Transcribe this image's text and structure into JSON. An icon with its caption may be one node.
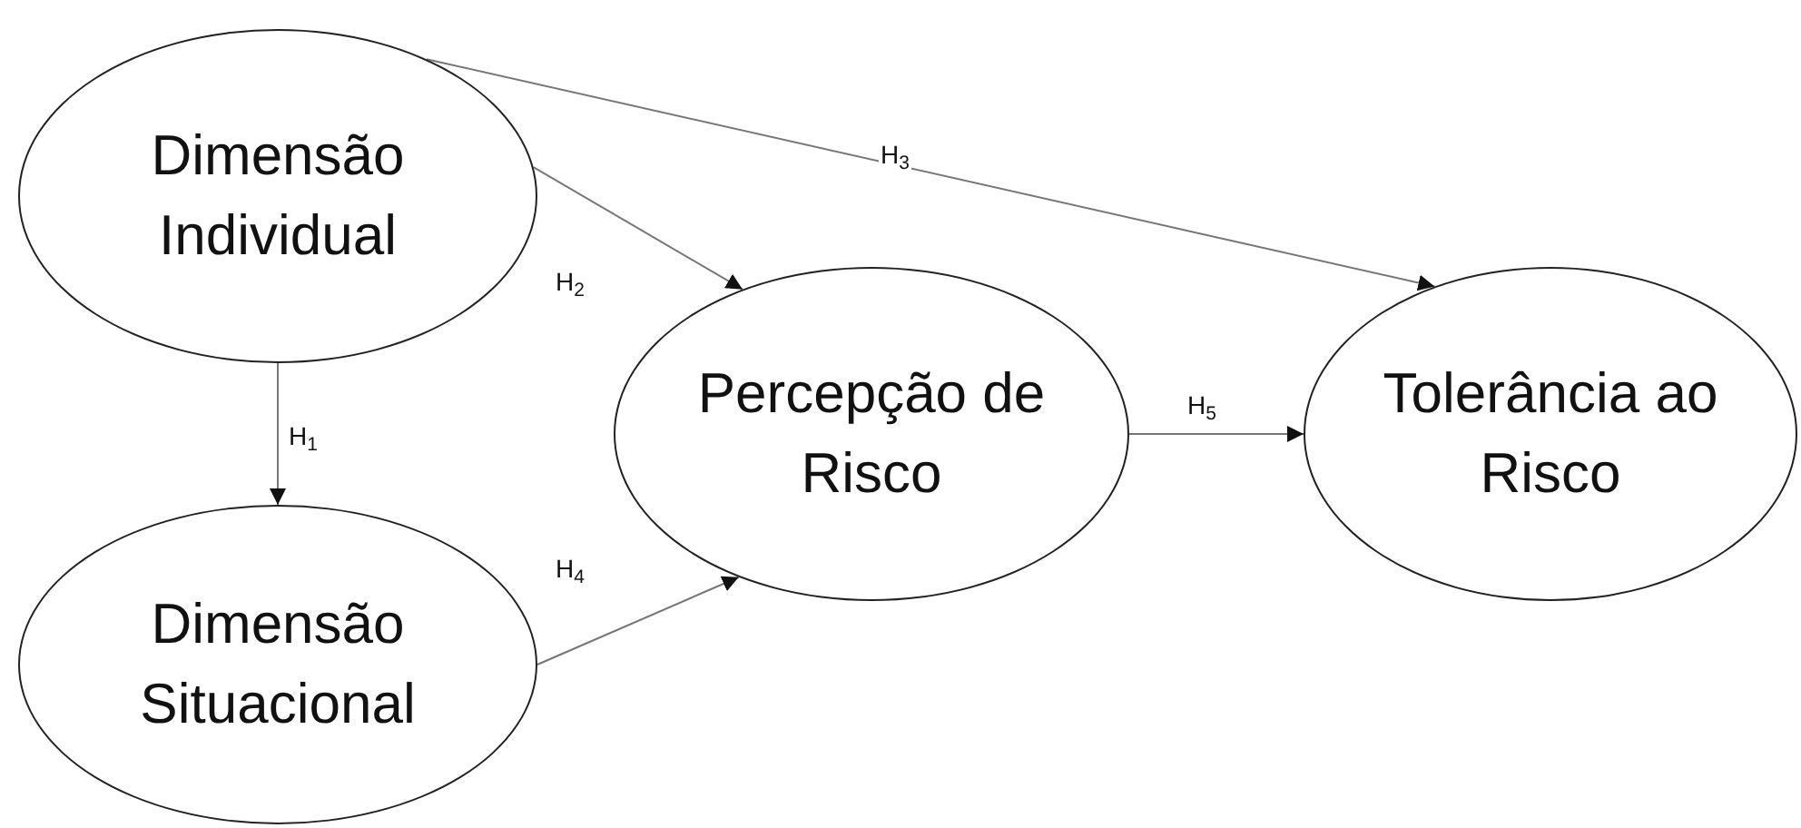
{
  "diagram": {
    "nodes": [
      {
        "text": [
          "Dimensão Individual"
        ]
      },
      {
        "text": [
          "Dimensão Situacional"
        ]
      },
      {
        "text": [
          "Percepção de Risco"
        ]
      },
      {
        "text": [
          "Tolerância ao Risco"
        ]
      }
    ],
    "edges": [
      {
        "from": 0,
        "to": 1,
        "arrow": "to",
        "label": "H$_{1}$"
      },
      {
        "from": 0,
        "to": 2,
        "arrow": "to",
        "label": "H$_{2}$"
      },
      {
        "from": 0,
        "to": 3,
        "arrow": "to",
        "label": "H$_{3}$"
      },
      {
        "from": 1,
        "to": 2,
        "arrow": "to",
        "label": "H$_{4}$"
      },
      {
        "from": 2,
        "to": 3,
        "arrow": "to",
        "label": "H$_{5}$"
      }
    ]
  }
}
